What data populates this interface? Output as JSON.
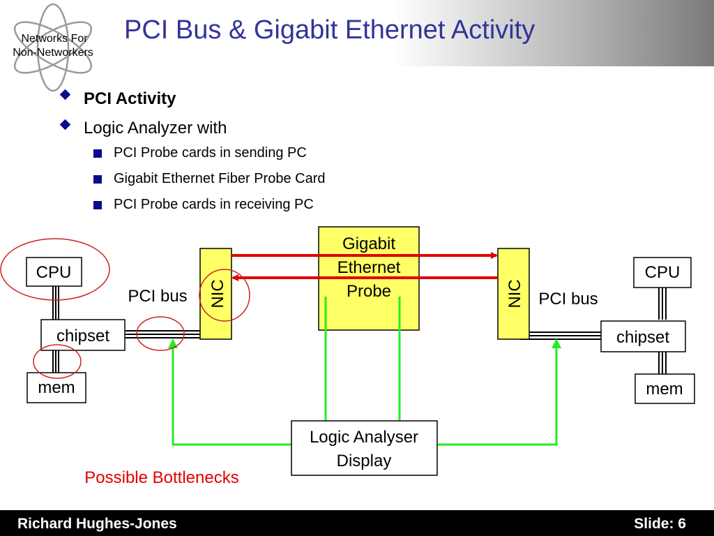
{
  "slide": {
    "title": "PCI Bus & Gigabit Ethernet Activity",
    "logo_line1": "Networks For",
    "logo_line2": "Non-Networkers"
  },
  "bullets": [
    {
      "text": "PCI Activity",
      "level": 1,
      "bold": true
    },
    {
      "text": "Logic Analyzer with",
      "level": 1,
      "bold": false
    },
    {
      "text": "PCI Probe cards in sending PC",
      "level": 2,
      "bold": false
    },
    {
      "text": "Gigabit Ethernet Fiber Probe Card",
      "level": 2,
      "bold": false
    },
    {
      "text": "PCI Probe cards in receiving PC",
      "level": 2,
      "bold": false
    }
  ],
  "diagram": {
    "left_pc": {
      "cpu": "CPU",
      "chipset": "chipset",
      "mem": "mem",
      "nic": "NIC",
      "bus_label": "PCI bus"
    },
    "right_pc": {
      "cpu": "CPU",
      "chipset": "chipset",
      "mem": "mem",
      "nic": "NIC",
      "bus_label": "PCI bus"
    },
    "probe": {
      "line1": "Gigabit",
      "line2": "Ethernet",
      "line3": "Probe"
    },
    "analyser": {
      "line1": "Logic Analyser",
      "line2": "Display"
    },
    "bottleneck_note": "Possible Bottlenecks"
  },
  "colors": {
    "title": "#33339a",
    "bullet_marker": "#0a0a8c",
    "probe_fill": "#ffff66",
    "red_links": "#e00000",
    "green_links": "#22ee22",
    "bottleneck_circles": "#cc2222"
  },
  "footer": {
    "author": "Richard Hughes-Jones",
    "slide_label": "Slide: 6"
  }
}
